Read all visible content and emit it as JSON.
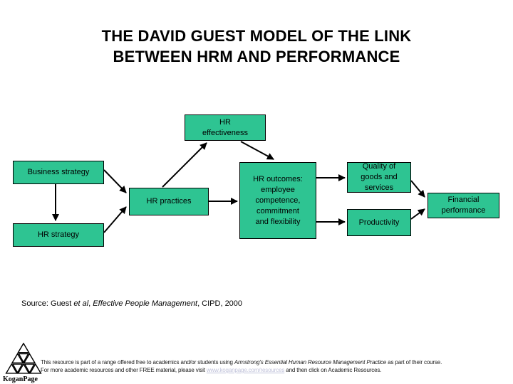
{
  "title": {
    "line1": "THE DAVID GUEST MODEL OF THE LINK",
    "line2": "BETWEEN HRM AND PERFORMANCE"
  },
  "colors": {
    "box_fill": "#2ec492",
    "box_border": "#000000",
    "link": "#bfc1d9",
    "text": "#000000"
  },
  "diagram": {
    "boxes": {
      "hr_effectiveness": {
        "label": "HR\neffectiveness"
      },
      "business_strategy": {
        "label": "Business strategy"
      },
      "hr_practices": {
        "label": "HR practices"
      },
      "hr_strategy": {
        "label": "HR strategy"
      },
      "hr_outcomes": {
        "label": "HR outcomes:\nemployee\ncompetence,\ncommitment\nand flexibility"
      },
      "quality": {
        "label": "Quality of\ngoods and\nservices"
      },
      "productivity": {
        "label": "Productivity"
      },
      "financial": {
        "label": "Financial\nperformance"
      }
    },
    "connections": [
      "business_strategy -> hr_strategy",
      "business_strategy -> hr_practices",
      "hr_strategy -> hr_practices",
      "hr_practices -> hr_effectiveness",
      "hr_effectiveness -> hr_outcomes",
      "hr_practices -> hr_outcomes",
      "hr_outcomes -> quality",
      "hr_outcomes -> productivity",
      "quality -> financial",
      "productivity -> financial"
    ]
  },
  "source": {
    "prefix": "Source: Guest ",
    "etal": "et al",
    "sep": ", ",
    "book": "Effective People Management",
    "suffix": ", CIPD, 2000"
  },
  "footer": {
    "logo_text": "KoganPage",
    "line1_pre": "This resource is part of a range offered free to academics and/or students using ",
    "line1_italic": "Armstrong's Essential Human Resource Management Practice",
    "line1_post": " as part of their course.",
    "line2_pre": "For more academic resources and other FREE material, please visit ",
    "line2_link": "www.koganpage.com/resources",
    "line2_post": " and then click on Academic Resources."
  }
}
